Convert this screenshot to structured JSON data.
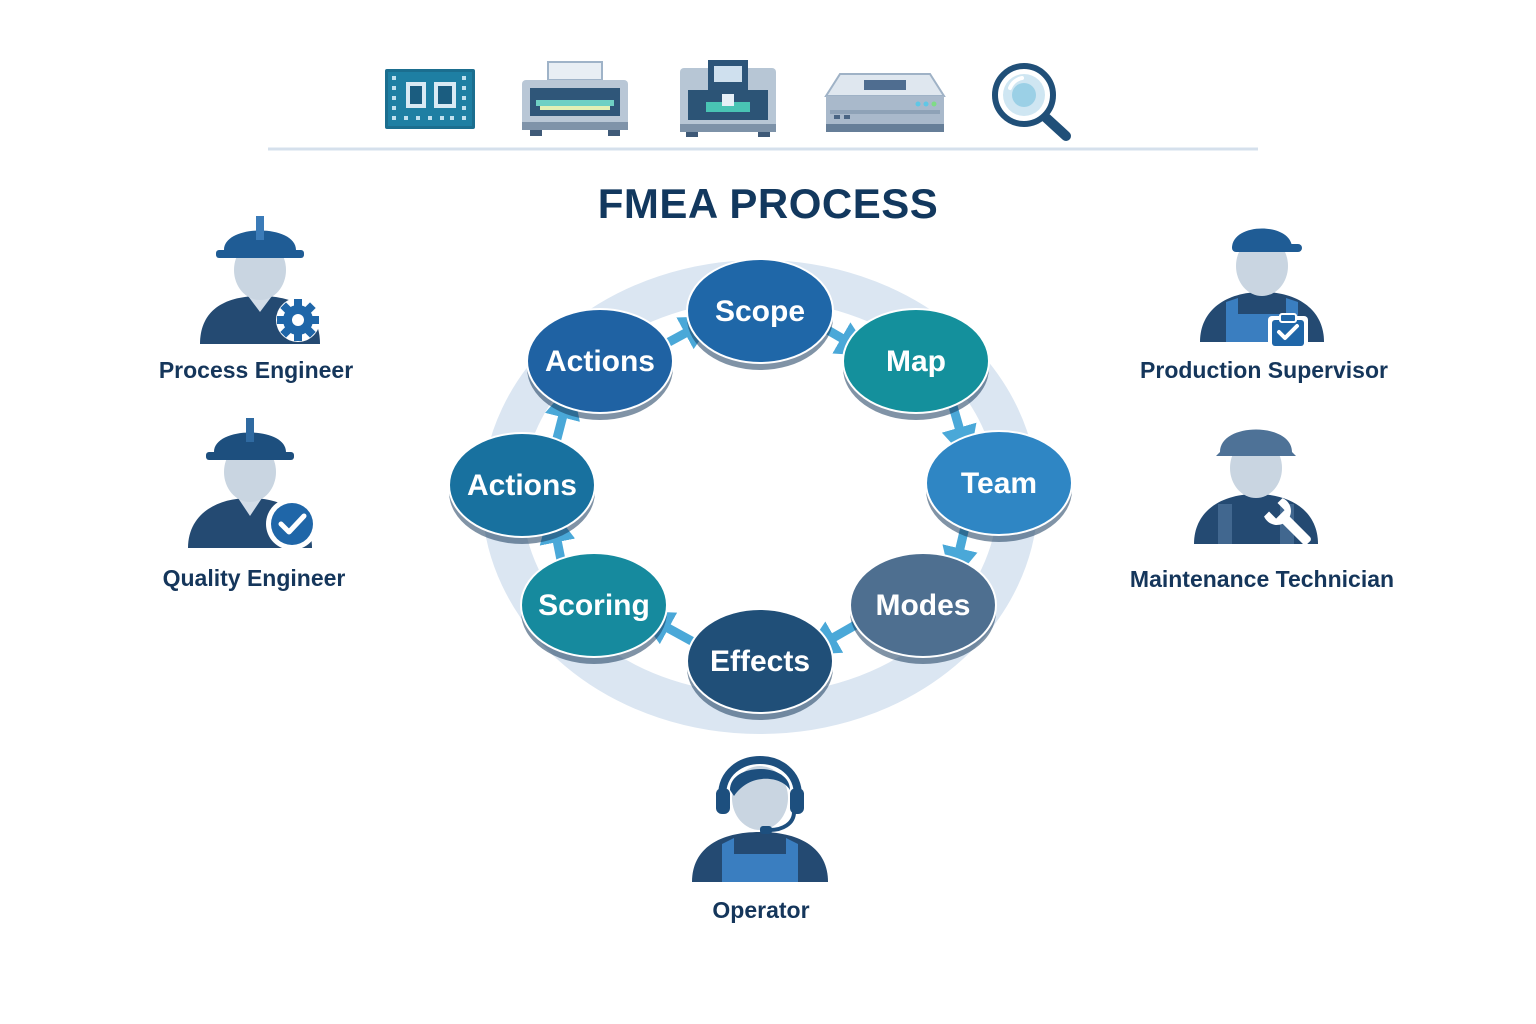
{
  "title": "FMEA PROCESS",
  "equipment": [
    {
      "icon": "circuit-board-icon"
    },
    {
      "icon": "printer-machine-icon"
    },
    {
      "icon": "pick-and-place-machine-icon"
    },
    {
      "icon": "reflow-oven-icon"
    },
    {
      "icon": "inspection-magnifier-icon"
    }
  ],
  "roles": {
    "process_engineer": {
      "label": "Process Engineer",
      "icon": "engineer-gear-icon"
    },
    "quality_engineer": {
      "label": "Quality Engineer",
      "icon": "engineer-check-icon"
    },
    "production_supervisor": {
      "label": "Production Supervisor",
      "icon": "supervisor-clipboard-icon"
    },
    "maintenance_technician": {
      "label": "Maintenance Technician",
      "icon": "technician-wrench-icon"
    },
    "operator": {
      "label": "Operator",
      "icon": "operator-headset-icon"
    }
  },
  "cycle": {
    "steps": [
      {
        "label": "Scope",
        "color": "#1f67a8"
      },
      {
        "label": "Map",
        "color": "#14909c"
      },
      {
        "label": "Team",
        "color": "#2f86c4"
      },
      {
        "label": "Modes",
        "color": "#4e6f90"
      },
      {
        "label": "Effects",
        "color": "#204f78"
      },
      {
        "label": "Scoring",
        "color": "#168a9e"
      },
      {
        "label": "Actions",
        "color": "#18719f"
      },
      {
        "label": "Actions",
        "color": "#1f62a3"
      }
    ],
    "ring_color": "#dbe6f2",
    "arrow_color": "#4aa8d8"
  }
}
